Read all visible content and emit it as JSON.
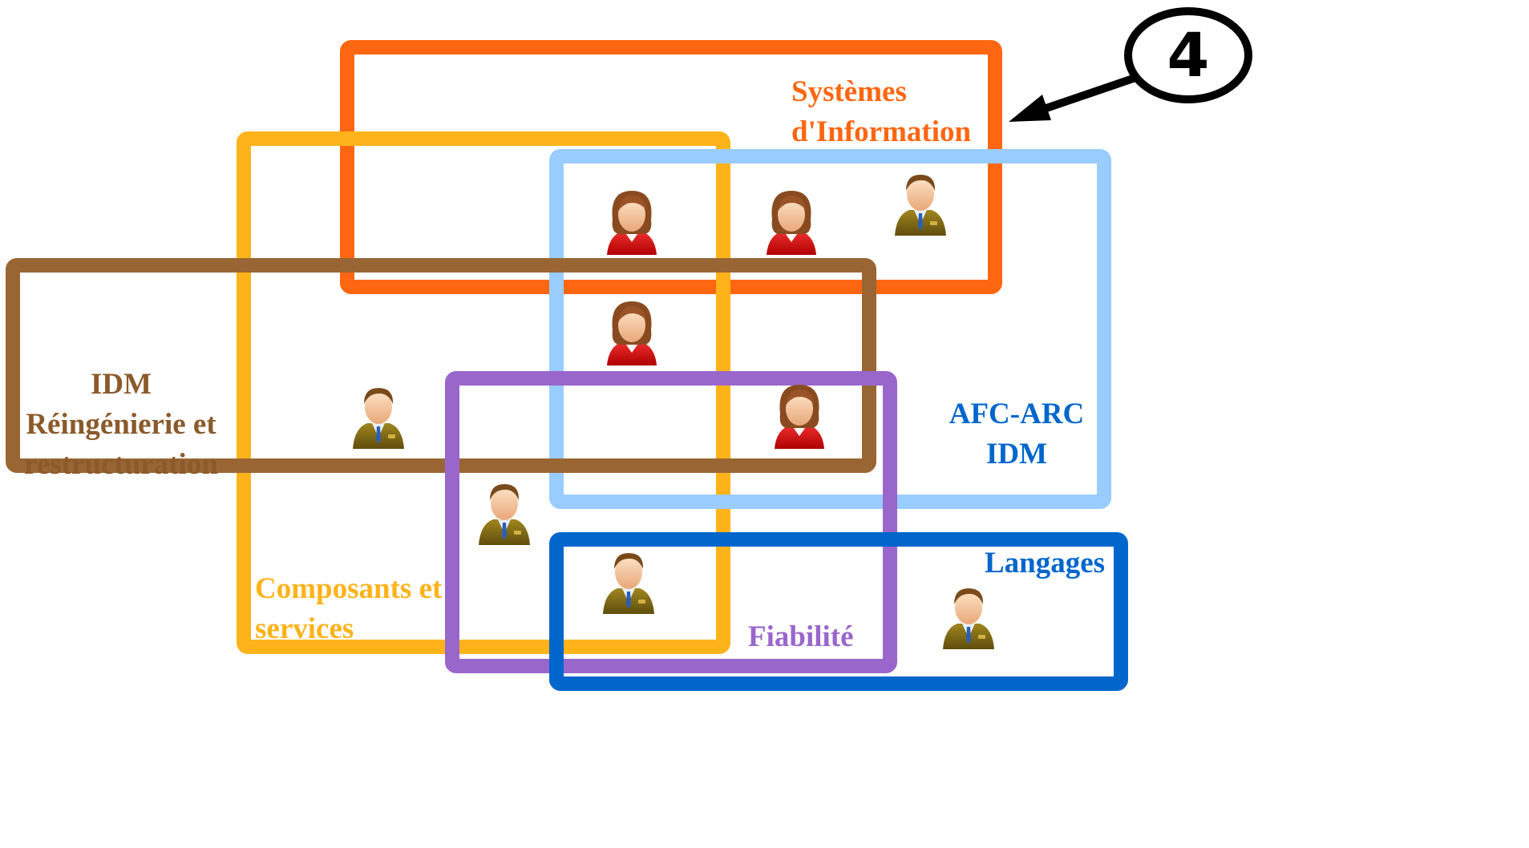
{
  "marker": {
    "number": "4"
  },
  "groups": [
    {
      "id": "si",
      "lines": [
        "Systèmes",
        "d'Information"
      ],
      "color": "#ff6611"
    },
    {
      "id": "cs",
      "lines": [
        "Composants et",
        "services"
      ],
      "color": "#ffb31a"
    },
    {
      "id": "afc",
      "lines": [
        "AFC-ARC",
        "IDM"
      ],
      "color": "#0066cc",
      "frame_color": "#99ccff"
    },
    {
      "id": "idm",
      "lines": [
        "IDM",
        "Réingénierie et",
        "restructuration"
      ],
      "color": "#8b5a2b",
      "frame_color": "#996633"
    },
    {
      "id": "fiab",
      "lines": [
        "Fiabilité"
      ],
      "color": "#9966cc"
    },
    {
      "id": "lang",
      "lines": [
        "Langages"
      ],
      "color": "#0066cc"
    }
  ],
  "people": [
    {
      "kind": "woman"
    },
    {
      "kind": "woman"
    },
    {
      "kind": "man"
    },
    {
      "kind": "woman"
    },
    {
      "kind": "man"
    },
    {
      "kind": "woman"
    },
    {
      "kind": "man"
    },
    {
      "kind": "man"
    },
    {
      "kind": "man"
    }
  ],
  "arrow_color": "#000000"
}
